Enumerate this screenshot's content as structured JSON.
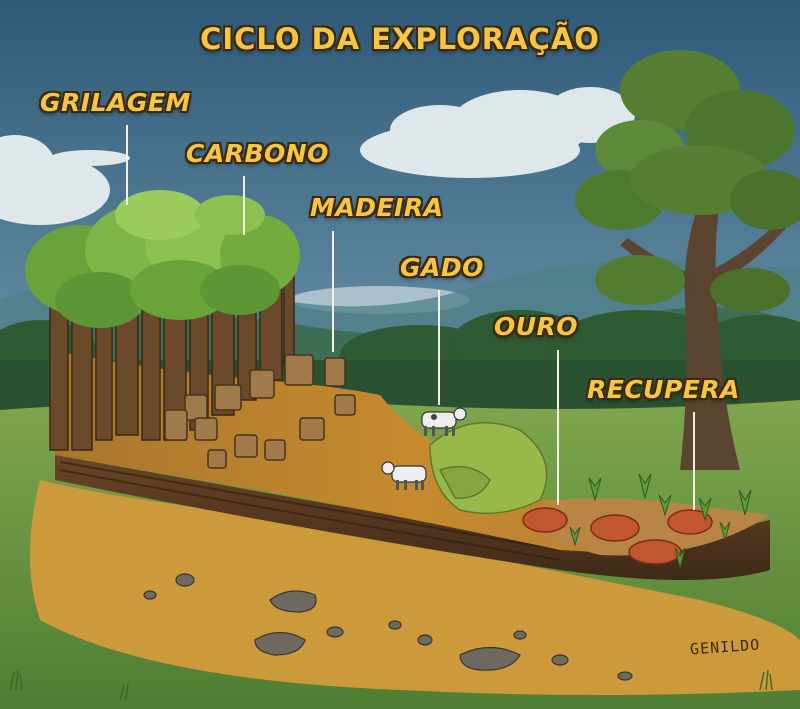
{
  "title": "CICLO DA EXPLORAÇÃO",
  "stages": [
    {
      "label": "GRILAGEM"
    },
    {
      "label": "CARBONO"
    },
    {
      "label": "MADEIRA"
    },
    {
      "label": "GADO"
    },
    {
      "label": "OURO"
    },
    {
      "label": "RECUPERA"
    }
  ],
  "signature": "GENILDO",
  "colors": {
    "label_fill": "#f6c643",
    "label_outline": "#3b2a12",
    "sky": "#3d6b8a",
    "forest": "#7fb547",
    "soil": "#c68a2e",
    "pit": "#c2562e",
    "grass": "#5f8f3c"
  }
}
